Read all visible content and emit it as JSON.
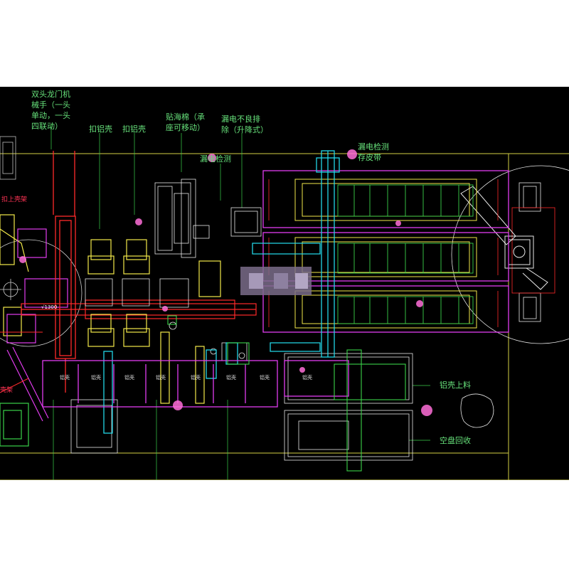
{
  "labels": {
    "gantry": [
      "双头龙门机",
      "械手（一头",
      "单动，一头",
      "四联动）"
    ],
    "buckle1": "扣铝壳",
    "buckle2": "扣铝壳",
    "cotton": [
      "贴海棉（承",
      "座可移动）"
    ],
    "leak_reject": [
      "漏电不良排",
      "除（升降式）"
    ],
    "leak_test_left": "漏电检测",
    "leak_test_right": [
      "漏电检测",
      "存皮带"
    ],
    "shell_feed": "铝壳上料",
    "tray_return": "空盘回收",
    "left_top_red": "扣上壳架",
    "left_bottom_red": "壳架",
    "dim": "√1300"
  },
  "station_tags": [
    "铝壳",
    "铝壳",
    "铝壳",
    "铝壳",
    "铝壳",
    "铝壳",
    "铝壳",
    "铝壳"
  ],
  "colors": {
    "background": "#000000",
    "text_green": "#66e07a",
    "magenta": "#e23cf0",
    "cyan": "#22d6e6",
    "yellow": "#f2e84a",
    "green": "#3ad14a",
    "red": "#ff2a2a",
    "white": "#e8e8e8"
  }
}
